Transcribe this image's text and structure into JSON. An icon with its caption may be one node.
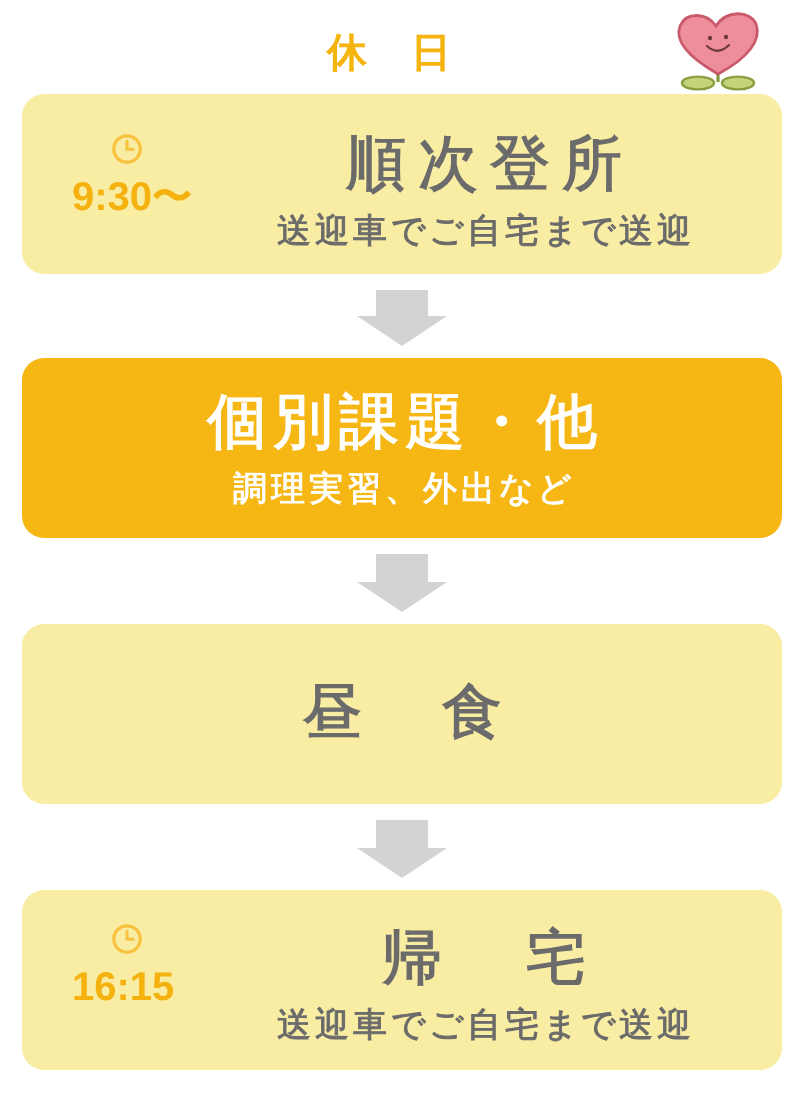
{
  "diagram": {
    "title": "休　日",
    "nodes": [
      {
        "text": [
          "9:30〜",
          "順次登所",
          "送迎車でご自宅まで送迎"
        ]
      },
      {
        "text": [
          "個別課題・他",
          "調理実習、外出など"
        ]
      },
      {
        "text": [
          "昼　食"
        ]
      },
      {
        "text": [
          "16:15",
          "帰　宅",
          "送迎車でご自宅まで送迎"
        ]
      }
    ],
    "edges": [
      {
        "from": 0,
        "to": 1,
        "arrow": "to"
      },
      {
        "from": 1,
        "to": 2,
        "arrow": "to"
      },
      {
        "from": 2,
        "to": 3,
        "arrow": "to"
      }
    ]
  }
}
